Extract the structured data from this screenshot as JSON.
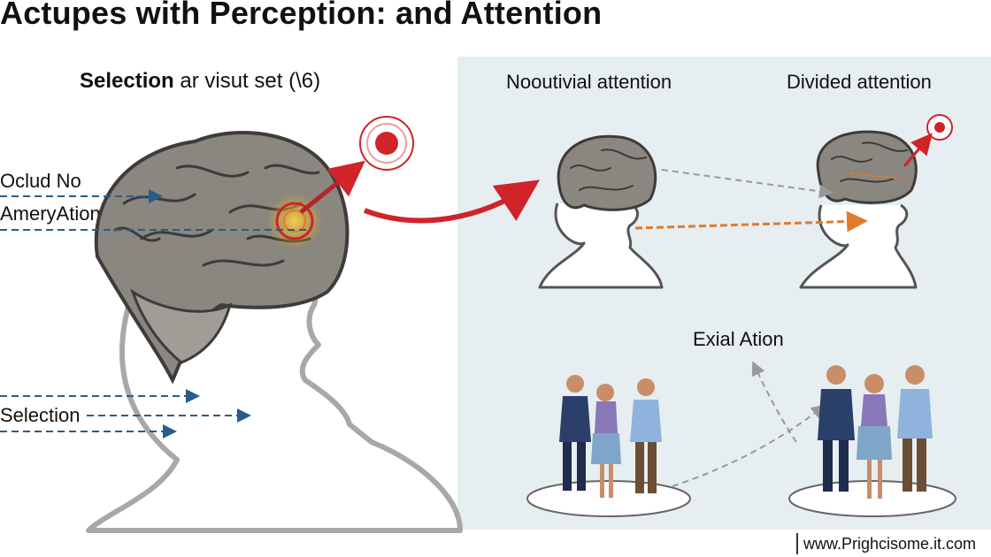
{
  "title": "Actupes with Perception: and Attention",
  "left_panel": {
    "subtitle_bold": "Selection",
    "subtitle_rest": " ar visut set (\\6)",
    "labels": [
      "Oclud No",
      "AmeryAtion",
      "Selection"
    ]
  },
  "right_panel": {
    "label_left": "Nooutivial attention",
    "label_right": "Divided attention",
    "label_middle": "Exial Ation"
  },
  "footer": {
    "credit": "www.Prighcisome.it.com"
  },
  "colors": {
    "panel_bg": "#e6eef1",
    "brain": "#8a8680",
    "accent_red": "#d0232a",
    "arrow_blue": "#2a5c8a",
    "arrow_orange": "#e07b2a"
  }
}
